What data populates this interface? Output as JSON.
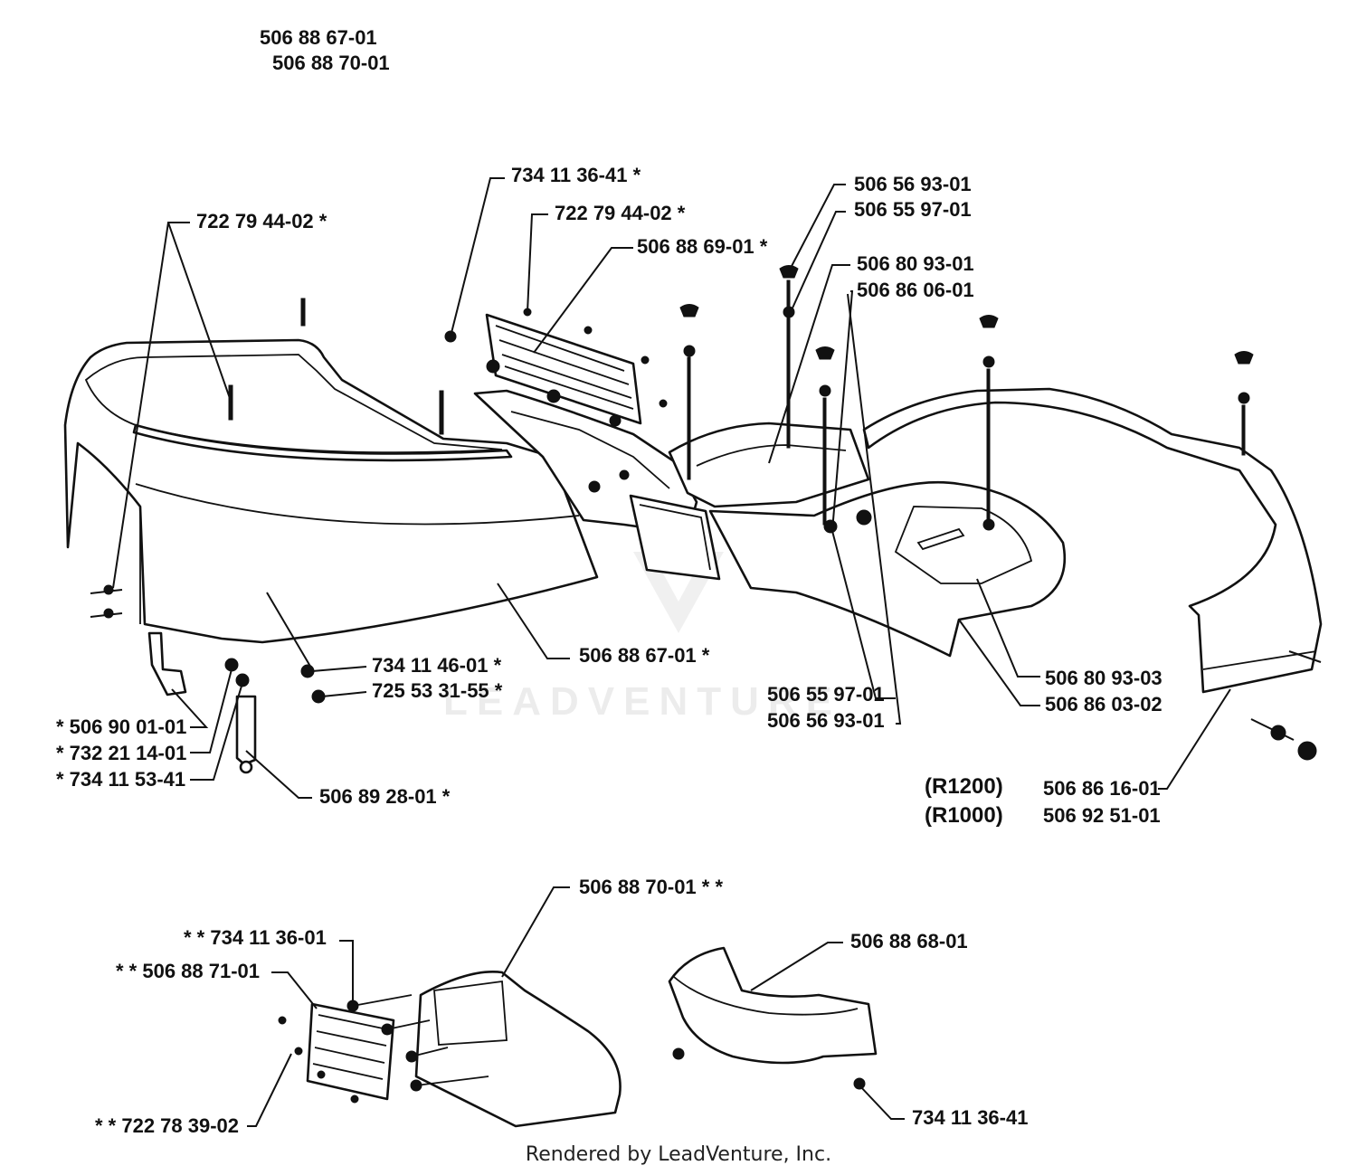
{
  "header_parts": [
    "506 88 67-01",
    "506 88 70-01"
  ],
  "callouts": [
    {
      "id": "c1",
      "text": "722 79 44-02  *"
    },
    {
      "id": "c2",
      "text": "734 11 36-41  *"
    },
    {
      "id": "c3",
      "text": "722 79 44-02  *"
    },
    {
      "id": "c4",
      "text": "506 88 69-01  *"
    },
    {
      "id": "c5",
      "text": "506 56 93-01"
    },
    {
      "id": "c6",
      "text": "506 55 97-01"
    },
    {
      "id": "c7",
      "text": "506 80 93-01"
    },
    {
      "id": "c8",
      "text": "506 86 06-01"
    },
    {
      "id": "c9",
      "text": "734 11 46-01  *"
    },
    {
      "id": "c10",
      "text": "725 53 31-55  *"
    },
    {
      "id": "c11",
      "text": "506 88 67-01  *"
    },
    {
      "id": "c12",
      "text": "506 55 97-01"
    },
    {
      "id": "c13",
      "text": "506 56 93-01"
    },
    {
      "id": "c14",
      "text": "506 80 93-03"
    },
    {
      "id": "c15",
      "text": "506 86 03-02"
    },
    {
      "id": "c16",
      "text": "*  506 90 01-01"
    },
    {
      "id": "c17",
      "text": "*  732 21 14-01"
    },
    {
      "id": "c18",
      "text": "*  734 11 53-41"
    },
    {
      "id": "c19",
      "text": "506 89 28-01  *"
    },
    {
      "id": "c20",
      "text": "506 86 16-01"
    },
    {
      "id": "c21",
      "text": "506 92 51-01"
    },
    {
      "id": "c22",
      "text": "506 88 70-01  * *"
    },
    {
      "id": "c23",
      "text": "* *  734 11 36-01"
    },
    {
      "id": "c24",
      "text": "* *  506 88 71-01"
    },
    {
      "id": "c25",
      "text": "506 88 68-01"
    },
    {
      "id": "c26",
      "text": "* *  722 78 39-02"
    },
    {
      "id": "c27",
      "text": "734 11 36-41"
    }
  ],
  "model_labels": [
    "(R1200)",
    "(R1000)"
  ],
  "watermark": "LEADVENTURE",
  "footer": "Rendered by LeadVenture, Inc."
}
